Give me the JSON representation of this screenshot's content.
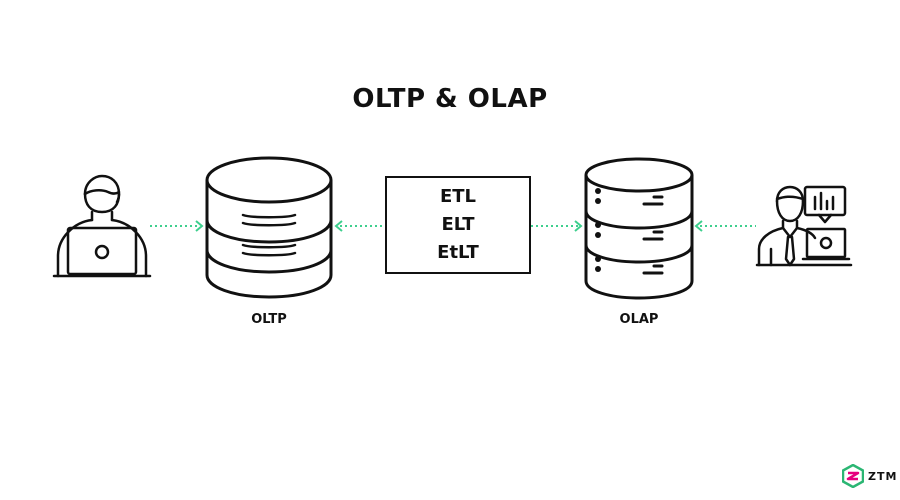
{
  "title": "OLTP & OLAP",
  "oltp": {
    "label": "OLTP"
  },
  "olap": {
    "label": "OLAP"
  },
  "etl_box": {
    "items": [
      "ETL",
      "ELT",
      "EtLT"
    ]
  },
  "brand": {
    "logo_text": "ZTM"
  },
  "colors": {
    "stroke": "#111111",
    "arrow": "#3ecf8e",
    "logo_green": "#2bb673",
    "logo_pink": "#e6007e"
  },
  "icons": {
    "user": "person-with-laptop-icon",
    "oltp_db": "database-cylinder-icon",
    "olap_db": "server-stack-icon",
    "analyst": "analyst-with-chart-icon",
    "logo": "ztm-logo-icon"
  }
}
